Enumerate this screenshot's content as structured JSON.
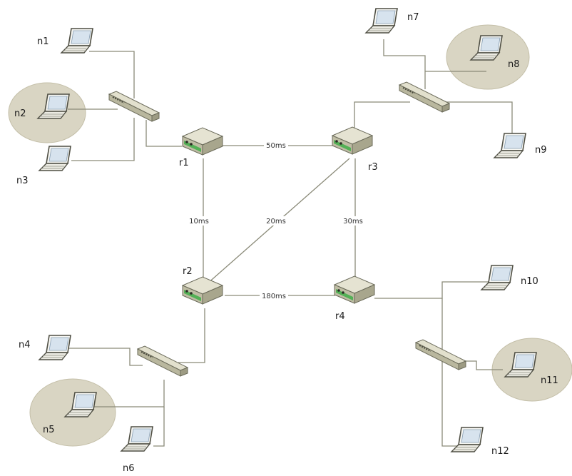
{
  "diagram": {
    "routers": [
      {
        "id": "r1",
        "label": "r1"
      },
      {
        "id": "r2",
        "label": "r2"
      },
      {
        "id": "r3",
        "label": "r3"
      },
      {
        "id": "r4",
        "label": "r4"
      }
    ],
    "hosts": [
      {
        "id": "n1",
        "label": "n1",
        "highlighted": false
      },
      {
        "id": "n2",
        "label": "n2",
        "highlighted": true
      },
      {
        "id": "n3",
        "label": "n3",
        "highlighted": false
      },
      {
        "id": "n4",
        "label": "n4",
        "highlighted": false
      },
      {
        "id": "n5",
        "label": "n5",
        "highlighted": true
      },
      {
        "id": "n6",
        "label": "n6",
        "highlighted": false
      },
      {
        "id": "n7",
        "label": "n7",
        "highlighted": false
      },
      {
        "id": "n8",
        "label": "n8",
        "highlighted": true
      },
      {
        "id": "n9",
        "label": "n9",
        "highlighted": false
      },
      {
        "id": "n10",
        "label": "n10",
        "highlighted": false
      },
      {
        "id": "n11",
        "label": "n11",
        "highlighted": true
      },
      {
        "id": "n12",
        "label": "n12",
        "highlighted": false
      }
    ],
    "switches": [
      "s1",
      "s2",
      "s3",
      "s4"
    ],
    "router_links": [
      {
        "from": "r1",
        "to": "r3",
        "label": "50ms"
      },
      {
        "from": "r1",
        "to": "r2",
        "label": "10ms"
      },
      {
        "from": "r2",
        "to": "r3",
        "label": "20ms"
      },
      {
        "from": "r3",
        "to": "r4",
        "label": "30ms"
      },
      {
        "from": "r2",
        "to": "r4",
        "label": "180ms"
      }
    ],
    "colors": {
      "line": "#8a8a78",
      "highlight_fill": "#d9d5c3",
      "highlight_stroke": "#c4bfa8",
      "device_body": "#c9c7ae",
      "device_dark": "#5d5d4f",
      "router_accent": "#3fae49"
    }
  }
}
